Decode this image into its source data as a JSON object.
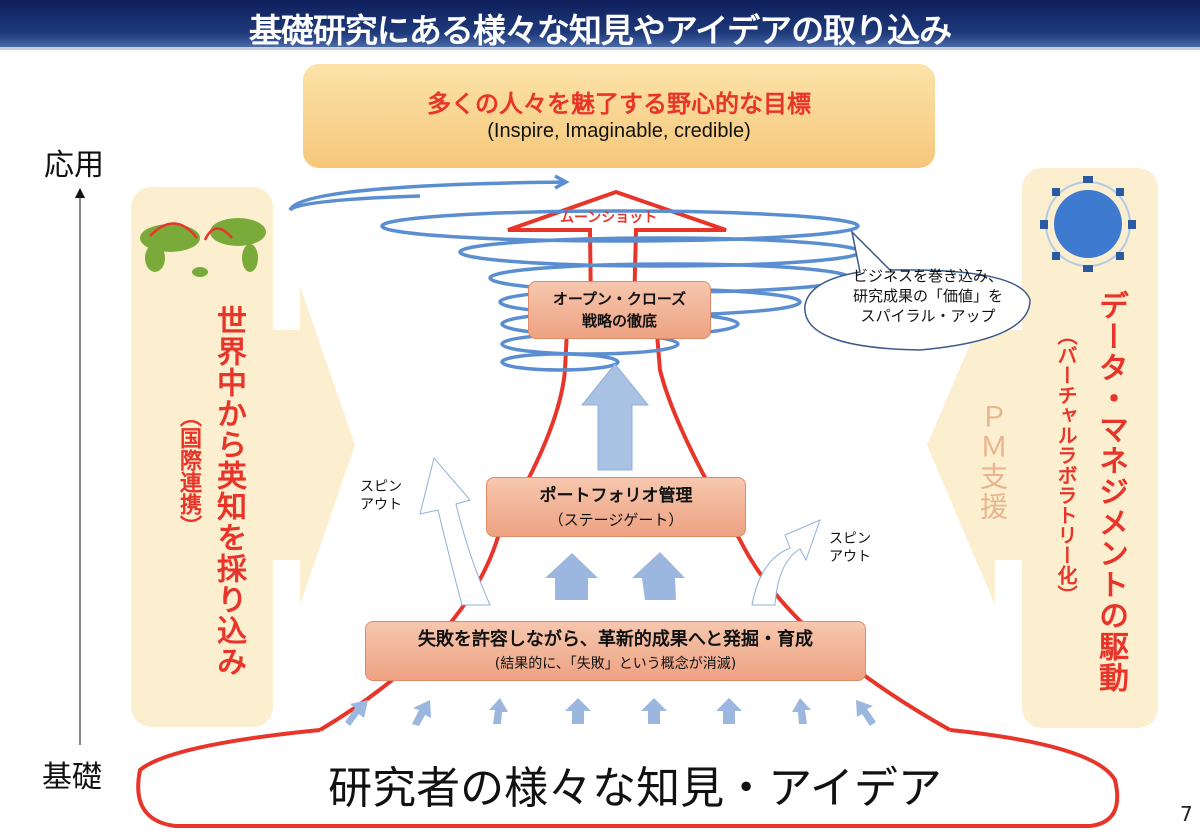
{
  "slide": {
    "title": "基礎研究にある様々な知見やアイデアの取り込み",
    "page_number": "7"
  },
  "goal": {
    "title": "多くの人々を魅了する野心的な目標",
    "subtitle": "(Inspire, Imaginable, credible)"
  },
  "axis": {
    "top_label": "応用",
    "bottom_label": "基礎"
  },
  "left_panel": {
    "icon": "world-map-icon",
    "main_text": "世界中から英知を採り込み",
    "sub_text": "（国際連携）"
  },
  "right_panel": {
    "icon": "globe-network-icon",
    "main_text": "データ・マネジメントの駆動",
    "sub_text": "（バーチャルラボラトリー化）",
    "arrow_text": "ＰＭ支援"
  },
  "moonshot_label": "ムーンショット",
  "callout": {
    "lines": [
      "ビジネスを巻き込み、",
      "研究成果の「価値」を",
      "スパイラル・アップ"
    ]
  },
  "boxes": {
    "open_close": {
      "line1": "オープン・クローズ",
      "line2": "戦略の徹底"
    },
    "portfolio": {
      "line1": "ポートフォリオ管理",
      "line2": "（ステージゲート）"
    },
    "failure": {
      "line1": "失敗を許容しながら、革新的成果へと発掘・育成",
      "line2": "(結果的に、「失敗」という概念が消滅)"
    }
  },
  "spinout_left": {
    "line1": "スピン",
    "line2": "アウト"
  },
  "spinout_right": {
    "line1": "スピン",
    "line2": "アウト"
  },
  "base_text": "研究者の様々な知見・アイデア",
  "colors": {
    "title_bg": "#0f1f5c",
    "accent_red": "#e8352a",
    "spiral_blue": "#5b8ed0",
    "arrow_blue": "#8fb0dc",
    "panel_beige": "#fcefcf",
    "box_salmon": "#f2b394",
    "goal_orange": "#f6c77a"
  }
}
